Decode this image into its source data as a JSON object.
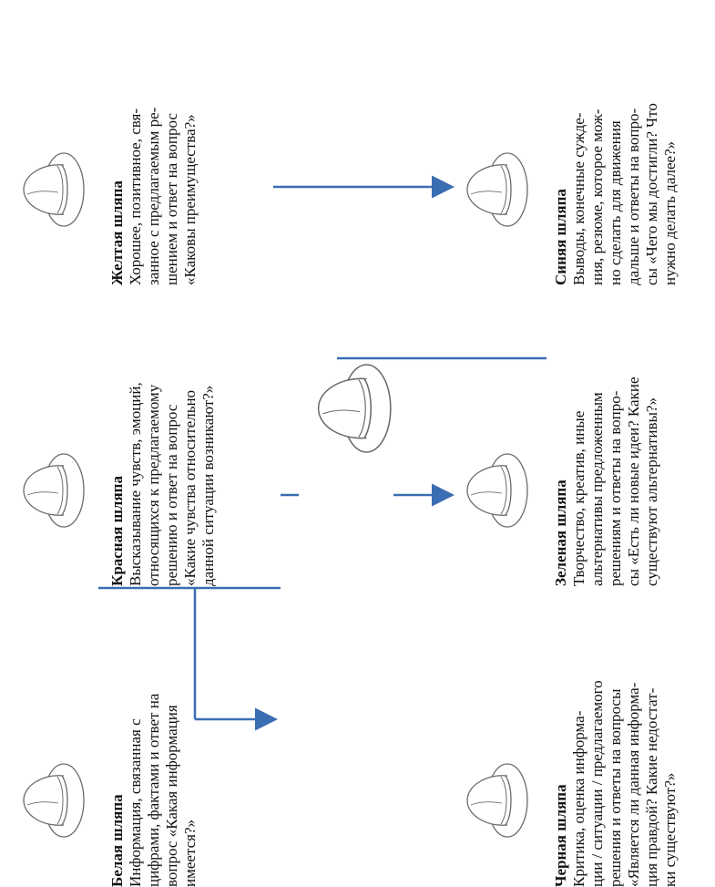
{
  "hats": [
    {
      "id": "white",
      "title": "Белая шляпа",
      "lines": [
        "Информация, связанная с",
        "цифрами, фактами и ответ на",
        "вопрос «Какая информация",
        "имеется?»"
      ]
    },
    {
      "id": "red",
      "title": "Красная шляпа",
      "lines": [
        "Высказывание чувств, эмоций,",
        "относящихся к предлагаемому",
        "решению и ответ на вопрос",
        "«Какие чувства относительно",
        "данной ситуации возникают?»"
      ]
    },
    {
      "id": "yellow",
      "title": "Желтая шляпа",
      "lines": [
        "Хорошее, позитивное, свя-",
        "занное с предлагаемым ре-",
        "шением и ответ на вопрос",
        "«Каковы преимущества?»"
      ]
    },
    {
      "id": "black",
      "title": "Черная шляпа",
      "lines": [
        "Критика, оценка информа-",
        "ции / ситуации / предлагаемого",
        "решения и ответы на вопросы",
        "«Является ли данная информа-",
        "ция правдой? Какие недостат-",
        "ки существуют?»"
      ]
    },
    {
      "id": "green",
      "title": "Зеленая шляпа",
      "lines": [
        "Творчество, креатив, иные",
        "альтернативы предложенным",
        "решениям и ответы на вопро-",
        "сы «Есть ли новые идеи? Какие",
        "существуют альтернативы?»"
      ]
    },
    {
      "id": "blue",
      "title": "Синяя шляпа",
      "lines": [
        "Выводы, конечные сужде-",
        "ния, резюме, которое мож-",
        "но сделать для движения",
        "дальше и ответы на вопро-",
        "сы «Чего мы достигли? Что",
        "нужно делать далее?»"
      ]
    }
  ],
  "colors": {
    "arrow": "#3b6db3",
    "hat_stroke": "#6b6b6b",
    "text": "#111111"
  }
}
